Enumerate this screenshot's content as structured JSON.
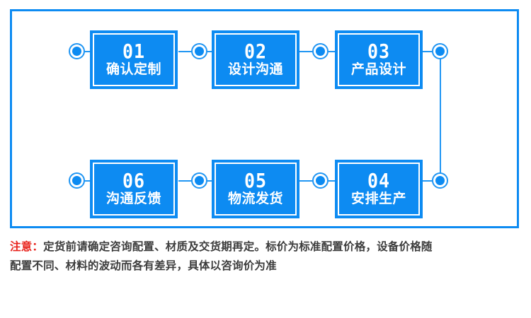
{
  "diagram": {
    "title": "order process flow",
    "colors": {
      "box_blue": "#0d8bf2",
      "line_blue": "#2196f3",
      "frame_blue": "#0d8bf2",
      "box_text": "#ffffff",
      "note_label": "#e8221b",
      "note_text": "#3c3c3c"
    },
    "steps": [
      {
        "num": "01",
        "label": "确认定制"
      },
      {
        "num": "02",
        "label": "设计沟通"
      },
      {
        "num": "03",
        "label": "产品设计"
      },
      {
        "num": "04",
        "label": "安排生产"
      },
      {
        "num": "05",
        "label": "物流发货"
      },
      {
        "num": "06",
        "label": "沟通反馈"
      }
    ]
  },
  "note": {
    "label": "注意：",
    "line1": "定货前请确定咨询配置、材质及交货期再定。标价为标准配置价格，设备价格随",
    "line2": "配置不同、材料的波动而各有差异，具体以咨询价为准"
  }
}
